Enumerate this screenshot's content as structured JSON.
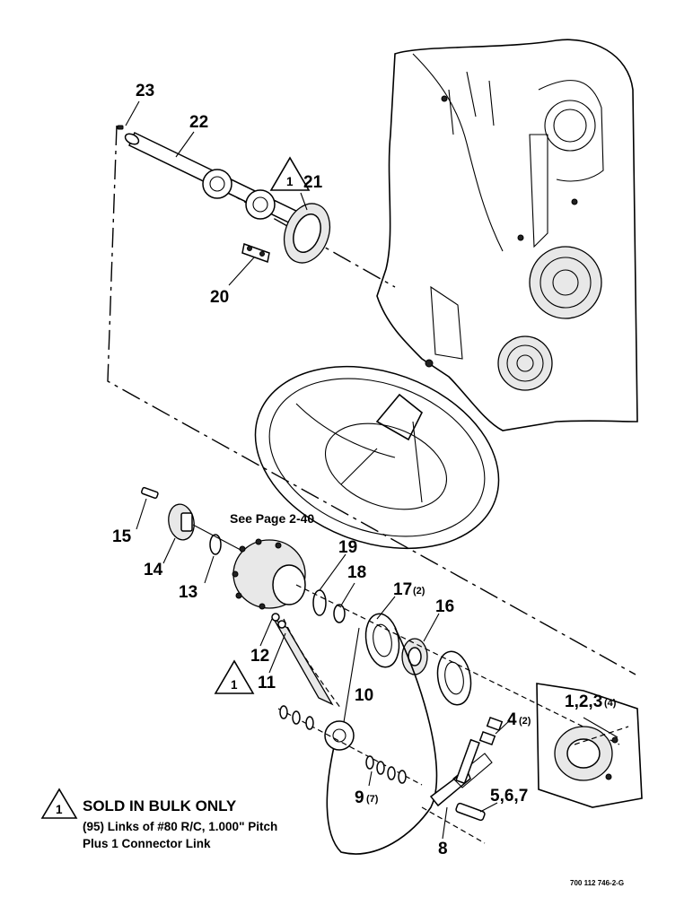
{
  "callouts": [
    {
      "id": "c23",
      "label": "23"
    },
    {
      "id": "c22",
      "label": "22"
    },
    {
      "id": "c21",
      "label": "21"
    },
    {
      "id": "c20",
      "label": "20"
    },
    {
      "id": "c19",
      "label": "19"
    },
    {
      "id": "c18",
      "label": "18"
    },
    {
      "id": "c17",
      "label": "17",
      "qty": "(2)"
    },
    {
      "id": "c16",
      "label": "16"
    },
    {
      "id": "c15",
      "label": "15"
    },
    {
      "id": "c14",
      "label": "14"
    },
    {
      "id": "c13",
      "label": "13"
    },
    {
      "id": "c12",
      "label": "12"
    },
    {
      "id": "c11",
      "label": "11"
    },
    {
      "id": "c10",
      "label": "10"
    },
    {
      "id": "c9",
      "label": "9",
      "qty": "(7)"
    },
    {
      "id": "c8",
      "label": "8"
    },
    {
      "id": "c4",
      "label": "4",
      "qty": "(2)"
    },
    {
      "id": "c123",
      "label": "1,2,3",
      "qty": "(4)"
    },
    {
      "id": "c567",
      "label": "5,6,7"
    }
  ],
  "note_marker": "1",
  "reference": "See Page 2-40",
  "footnote": {
    "marker": "1",
    "title": "SOLD IN BULK ONLY",
    "line1": "(95) Links of #80 R/C, 1.000\" Pitch",
    "line2": "Plus 1 Connector Link"
  },
  "drawing_code": "700 112 746-2-G"
}
